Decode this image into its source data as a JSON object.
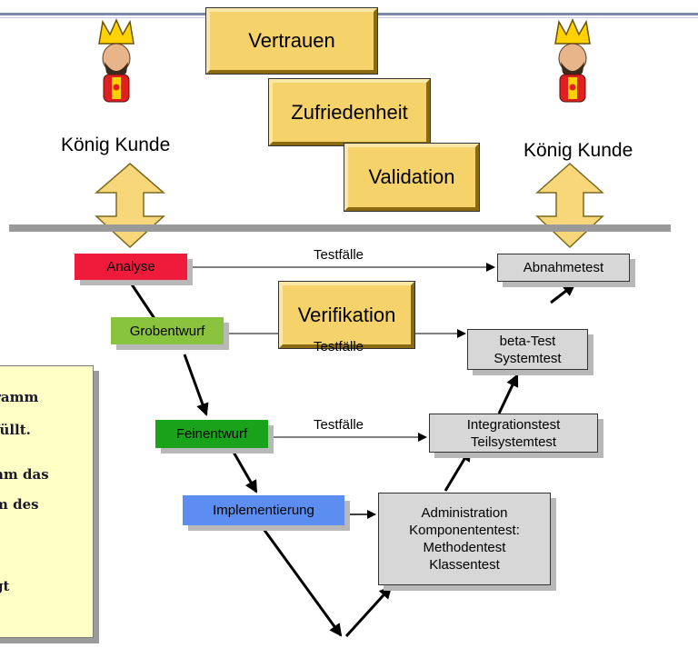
{
  "quality_boxes": {
    "vertrauen": "Vertrauen",
    "zufriedenheit": "Zufriedenheit",
    "validation": "Validation",
    "verifikation": "Verifikation"
  },
  "customer_labels": {
    "left": "König Kunde",
    "right": "König Kunde"
  },
  "phases": {
    "analyse": "Analyse",
    "grobentwurf": "Grobentwurf",
    "feinentwurf": "Feinentwurf",
    "implementierung": "Implementierung"
  },
  "tests": {
    "abnahmetest": "Abnahmetest",
    "systemtest_line1": "beta-Test",
    "systemtest_line2": "Systemtest",
    "integration_line1": "Integrationstest",
    "integration_line2": "Teilsystemtest",
    "component_line1": "Administration",
    "component_line2": "Komponententest:",
    "component_line3": "Methodentest",
    "component_line4": "Klassentest"
  },
  "connector_labels": {
    "analyse": "Testfälle",
    "grobentwurf": "Testfälle",
    "feinentwurf": "Testfälle"
  },
  "side_note_fragments": [
    "ramm",
    "füllt.",
    "nm das",
    "m des",
    "gt"
  ],
  "colors": {
    "analyse": "#ee1c3a",
    "grobentwurf": "#8ac43f",
    "feinentwurf": "#19a31a",
    "implementierung": "#5b8ef0",
    "gold": "#f6d26a",
    "test_box": "#d7d7d7",
    "side_note": "#ffffc6"
  },
  "icons": [
    "king-icon",
    "up-down-arrow-icon"
  ]
}
